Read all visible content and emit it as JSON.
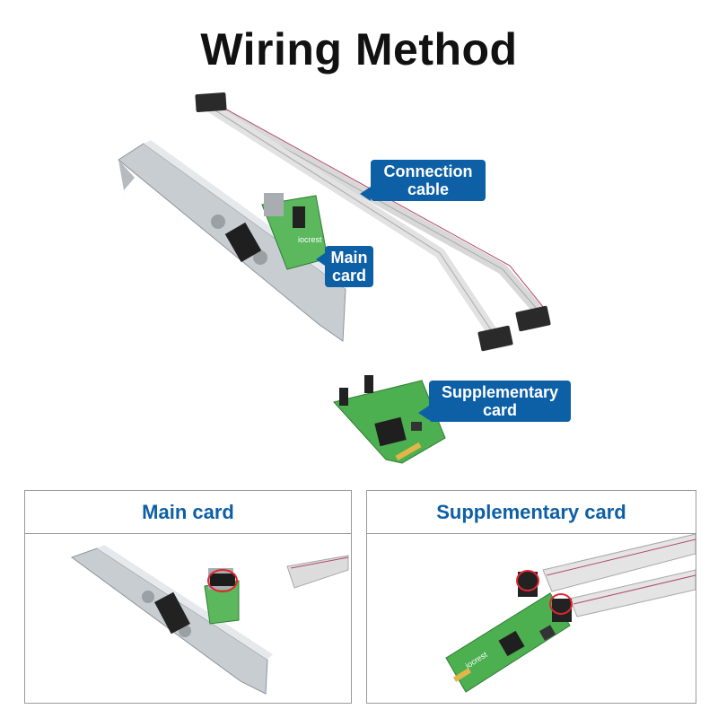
{
  "title": "Wiring Method",
  "callouts": {
    "cable": [
      "Connection",
      "cable"
    ],
    "main": [
      "Main",
      "card"
    ],
    "supp": [
      "Supplementary",
      "card"
    ]
  },
  "panels": {
    "left": "Main card",
    "right": "Supplementary card"
  },
  "colors": {
    "accent": "#0d5fa6",
    "pcb": "#4caf50",
    "bracket": "#c8cdd2",
    "highlight": "#e0262f"
  },
  "icons": [
    "bracket-card-image",
    "cable-image",
    "m2-card-image",
    "highlight-circle-icon"
  ]
}
